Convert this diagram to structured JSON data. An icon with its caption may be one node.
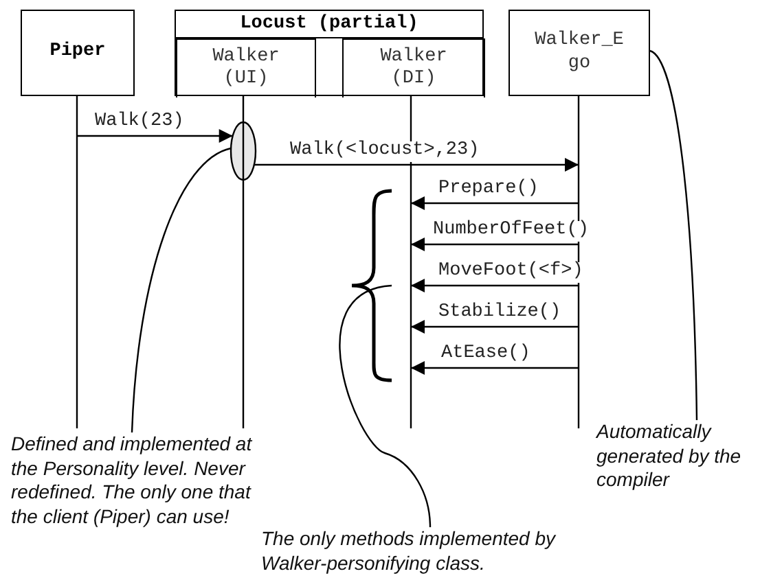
{
  "diagram": {
    "nodes": [
      {
        "text": [
          "Piper"
        ]
      },
      {
        "text": [
          "Locust (partial)"
        ]
      },
      {
        "text": [
          "Walker (UI)"
        ],
        "in": 1
      },
      {
        "text": [
          "Walker (DI)"
        ],
        "in": 1
      },
      {
        "text": [
          "Walker_Ego"
        ]
      },
      {
        "text": [],
        "shape": "ellipse"
      },
      {
        "text": [
          "Defined and implemented at the Personality level. Never redefined. The only one that the client (Piper) can use!"
        ]
      },
      {
        "text": [
          "The only methods implemented by Walker-personifying class."
        ]
      },
      {
        "text": [
          "Automatically generated by the compiler"
        ]
      },
      {
        "text": [],
        "shape": "brace"
      },
      {
        "text": [],
        "shape": "line"
      },
      {
        "text": [],
        "shape": "line"
      },
      {
        "text": [],
        "shape": "line"
      },
      {
        "text": [],
        "shape": "line"
      }
    ],
    "edges": [
      {
        "from": 10,
        "to": 5,
        "arrow": "to",
        "label": "Walk(23)"
      },
      {
        "from": 5,
        "to": 13,
        "arrow": "to",
        "label": "Walk(<locust>,23)"
      },
      {
        "from": 13,
        "to": 12,
        "arrow": "to",
        "label": "Prepare()"
      },
      {
        "from": 13,
        "to": 12,
        "arrow": "to",
        "label": "NumberOfFeet()"
      },
      {
        "from": 13,
        "to": 12,
        "arrow": "to",
        "label": "MoveFoot(<f>)"
      },
      {
        "from": 13,
        "to": 12,
        "arrow": "to",
        "label": "Stabilize()"
      },
      {
        "from": 13,
        "to": 12,
        "arrow": "to",
        "label": "AtEase()"
      },
      {
        "from": 6,
        "to": 5,
        "arrow": "none"
      },
      {
        "from": 7,
        "to": 9,
        "arrow": "none"
      },
      {
        "from": 8,
        "to": 4,
        "arrow": "none"
      }
    ]
  }
}
